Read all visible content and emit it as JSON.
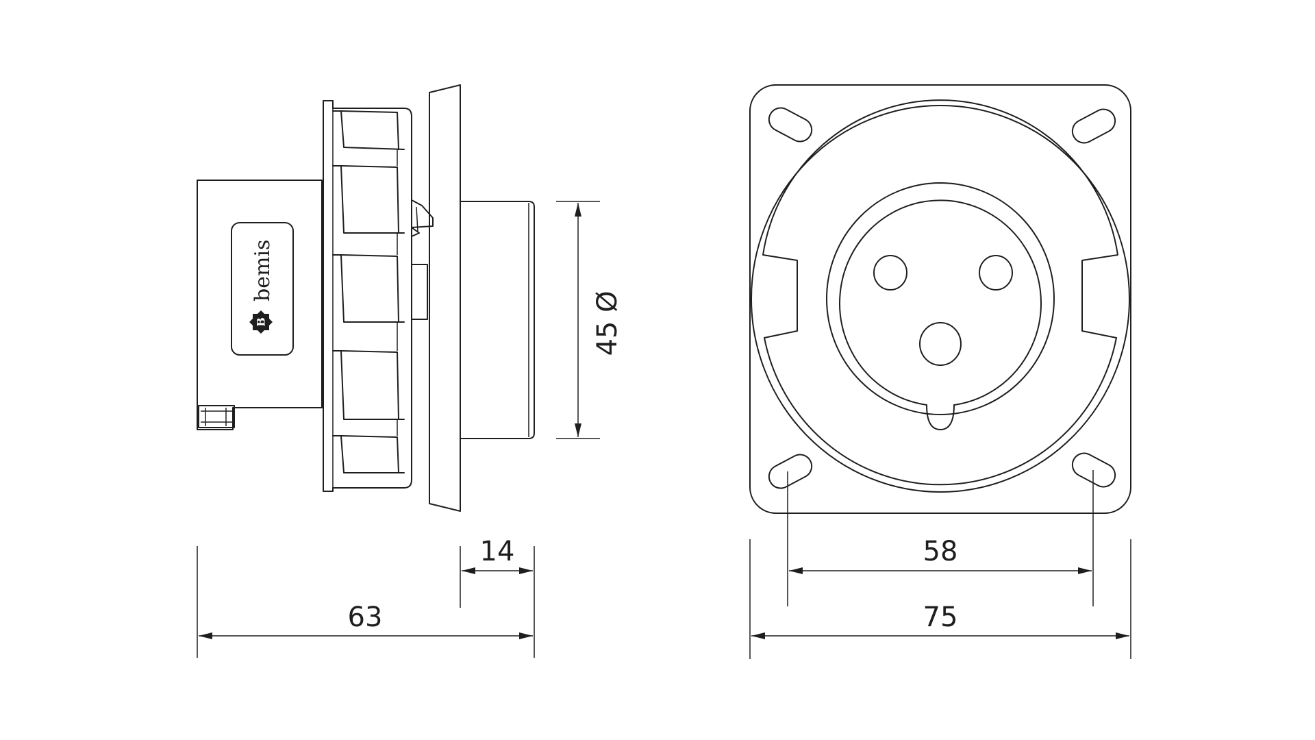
{
  "brand": {
    "name": "bemis",
    "badge_letter": "B"
  },
  "dimensions": {
    "diameter": "45 Ø",
    "protrusion": "14",
    "overall_depth": "63",
    "hole_spacing": "58",
    "flange_width": "75"
  },
  "colors": {
    "line": "#1e1e1e",
    "background": "#ffffff"
  }
}
